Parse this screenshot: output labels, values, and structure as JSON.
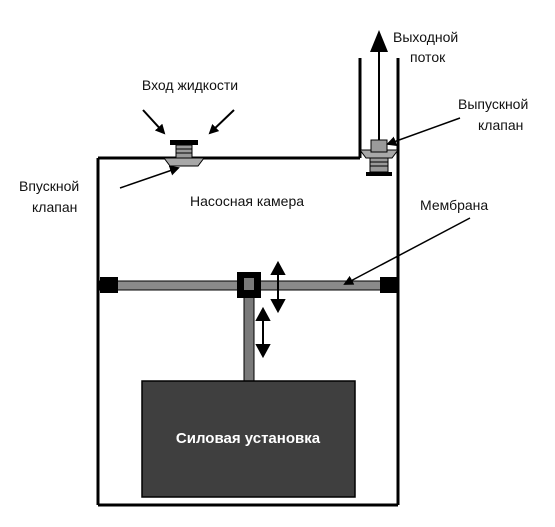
{
  "labels": {
    "fluid_inlet": "Вход жидкости",
    "outlet_line1": "Выходной",
    "outlet_line2": "поток",
    "inlet_valve_line1": "Впускной",
    "inlet_valve_line2": "клапан",
    "outlet_valve_line1": "Выпускной",
    "outlet_valve_line2": "клапан",
    "pump_chamber": "Насосная камера",
    "membrane": "Мембрана",
    "power_unit": "Силовая установка"
  },
  "colors": {
    "line": "#000000",
    "rod": "#7a7a7a",
    "valve": "#9a9a9a",
    "power_unit_fill": "#3f3f3f",
    "power_unit_text": "#ffffff"
  }
}
